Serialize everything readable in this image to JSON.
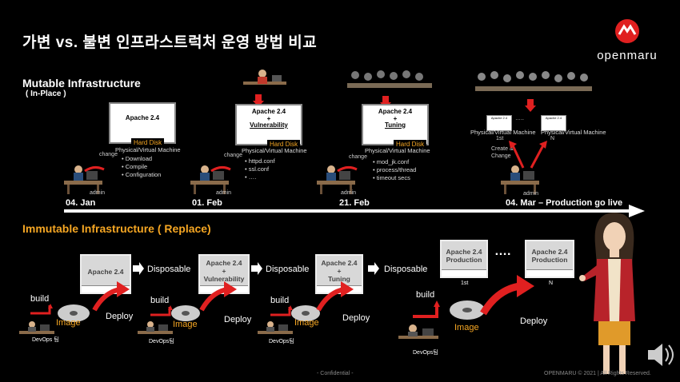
{
  "title": "가변 vs. 불변 인프라스트럭처 운영 방법 비교",
  "logo_text": "openmaru",
  "mutable": {
    "heading": "Mutable Infrastructure",
    "sub": "( In-Place )",
    "stages": [
      {
        "date": "04. Jan",
        "box": "Apache 2.4",
        "hd": "Hard Disk",
        "pvm": "Physical/Virtual Machine",
        "change": "change",
        "admin": "admin",
        "bullets": [
          "Download",
          "Compile",
          "Configuration"
        ]
      },
      {
        "date": "01. Feb",
        "box_lines": [
          "Apache 2.4",
          "+",
          "Vulnerability"
        ],
        "hd": "Hard Disk",
        "pvm": "Physical/Virtual Machine",
        "change": "change",
        "admin": "admin",
        "bullets": [
          "httpd.conf",
          "ssl.conf",
          "…."
        ]
      },
      {
        "date": "21. Feb",
        "box_lines": [
          "Apache 2.4",
          "+",
          "Tuning"
        ],
        "hd": "Hard Disk",
        "pvm": "Physical/Virtual Machine",
        "change": "change",
        "admin": "admin",
        "bullets": [
          "mod_jk.conf",
          "process/thread",
          "timeout secs"
        ]
      },
      {
        "date": "04. Mar – Production go live",
        "pvm_left": "Physical/Virtual Machine",
        "pvm_right": "Physical/Virtual Machine",
        "n1": "1st",
        "n2": "N",
        "dots": "…..",
        "mini1": "Apache 2.4",
        "mini2": "Apache 2.4",
        "create": "Create &",
        "change2": "Change",
        "admin": "admin"
      }
    ]
  },
  "immutable": {
    "heading": "Immutable Infrastructure ( Replace)",
    "boxes": [
      {
        "lines": [
          "Apache 2.4"
        ]
      },
      {
        "lines": [
          "Apache 2.4",
          "+",
          "Vulnerability"
        ]
      },
      {
        "lines": [
          "Apache 2.4",
          "+",
          "Tuning"
        ]
      },
      {
        "lines": [
          "Apache 2.4",
          "Production"
        ],
        "num": "1st"
      },
      {
        "lines": [
          "Apache 2.4",
          "Production"
        ],
        "num": "N"
      }
    ],
    "disposable": "Disposable",
    "build": "build",
    "image": "Image",
    "deploy": "Deploy",
    "devops": [
      "DevOps 팀",
      "DevOps팀",
      "DevOps팀",
      "DevOps팀"
    ],
    "dots": "…."
  },
  "footer": {
    "confidential": "- Confidential -",
    "copyright": "OPENMARU © 2021 | All Rights Reserved."
  }
}
